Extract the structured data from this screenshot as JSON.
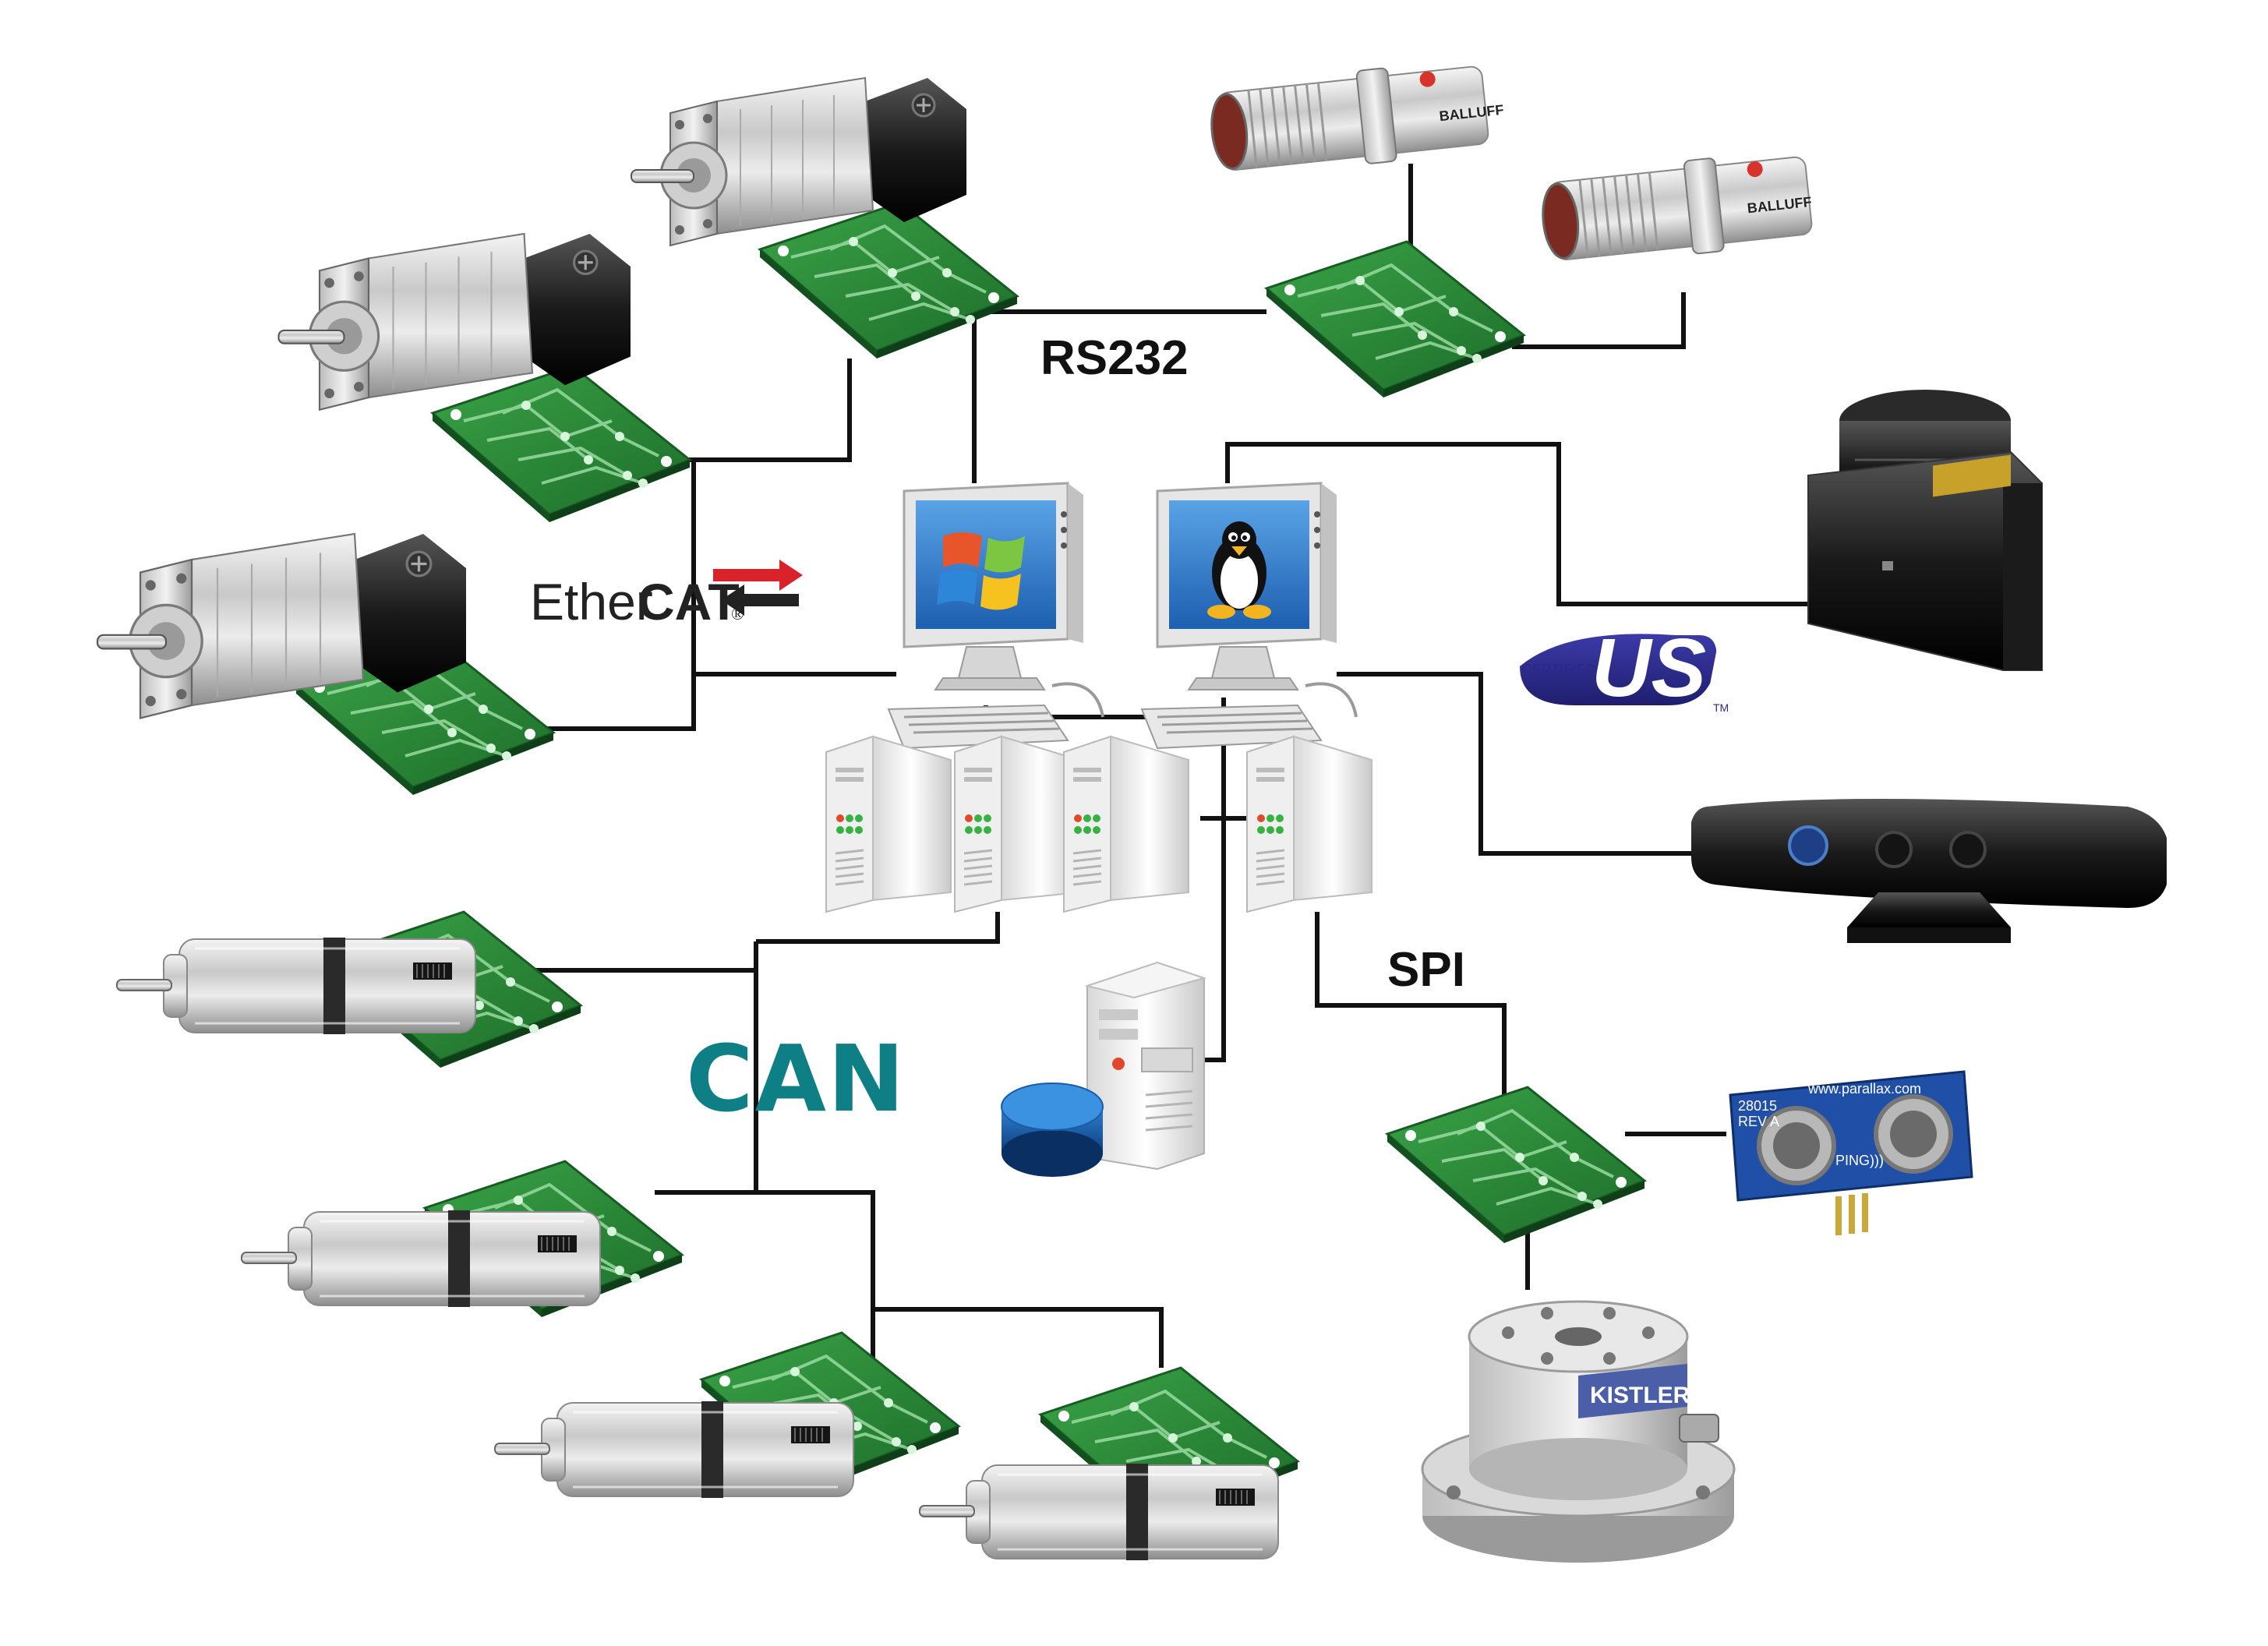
{
  "labels": {
    "rs232": "RS232",
    "spi": "SPI",
    "can": "CAN",
    "ethercat_regular": "Ether",
    "ethercat_bold": "CAT",
    "ethercat_reg": "®",
    "usb_certified": "CERTIFIED",
    "usb": "USB",
    "usb_tm": "TM"
  },
  "brand_marks": {
    "balluff": "BALLUFF",
    "kistler": "KISTLER",
    "parallax_url": "www.parallax.com",
    "parallax_ping": "PING)))",
    "parallax_model": "28015",
    "parallax_rev": "REV A"
  },
  "colors": {
    "wire": "#111111",
    "pcb": "#2f8f3a",
    "can_text": "#0f7f86",
    "usb_blue": "#2b2a8c",
    "ethercat_red": "#d8232a"
  },
  "icons": {
    "os_left": "windows-logo-icon",
    "os_right": "linux-tux-icon"
  }
}
